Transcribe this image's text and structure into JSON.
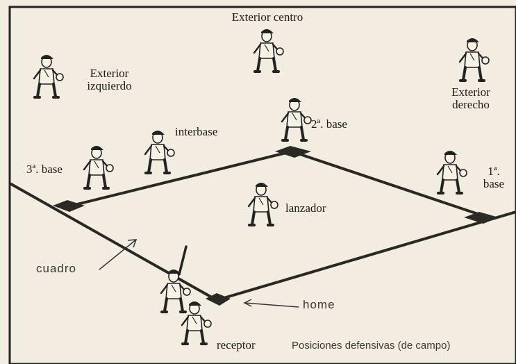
{
  "labels": {
    "exterior_centro": "Exterior centro",
    "exterior_izquierdo_1": "Exterior",
    "exterior_izquierdo_2": "izquierdo",
    "exterior_derecho_1": "Exterior",
    "exterior_derecho_2": "derecho",
    "interbase": "interbase",
    "segunda_base": "2ª. base",
    "tercera_base": "3ª. base",
    "primera_base_1": "1ª.",
    "primera_base_2": "base",
    "lanzador": "lanzador",
    "cuadro": "cuadro",
    "home": "home",
    "receptor": "receptor",
    "caption": "Posiciones defensivas (de campo)"
  },
  "colors": {
    "paper": "#f2ede0",
    "ink": "#1d1b17",
    "field_line": "#2a2824",
    "base": "#2b2925"
  }
}
